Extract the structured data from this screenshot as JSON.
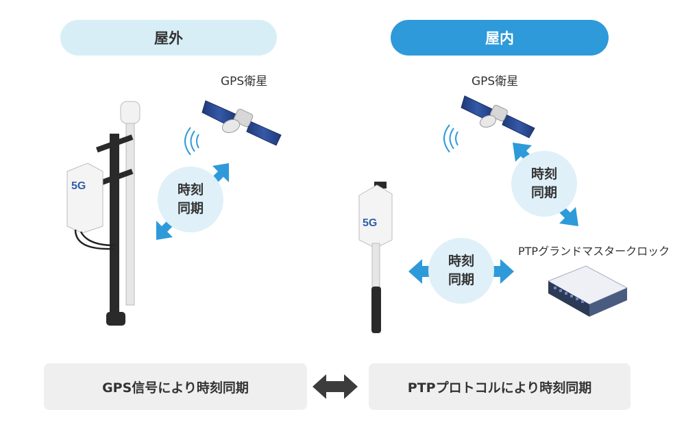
{
  "outdoor": {
    "header": "屋外",
    "satellite_label": "GPS衛星",
    "sync_line1": "時刻",
    "sync_line2": "同期",
    "antenna_badge": "5G",
    "caption": "GPS信号により時刻同期"
  },
  "indoor": {
    "header": "屋内",
    "satellite_label": "GPS衛星",
    "sync_top_line1": "時刻",
    "sync_top_line2": "同期",
    "sync_mid_line1": "時刻",
    "sync_mid_line2": "同期",
    "antenna_badge": "5G",
    "clock_label": "PTPグランドマスタークロック",
    "caption": "PTPプロトコルにより時刻同期"
  },
  "colors": {
    "accent_blue": "#2e9ad9",
    "light_blue": "#d8eef7",
    "arrow_dark": "#3c3c3c"
  },
  "icons": [
    "satellite-icon",
    "signal-waves-icon",
    "antenna-5g-icon",
    "ptp-clock-device-icon",
    "double-arrow-icon"
  ]
}
